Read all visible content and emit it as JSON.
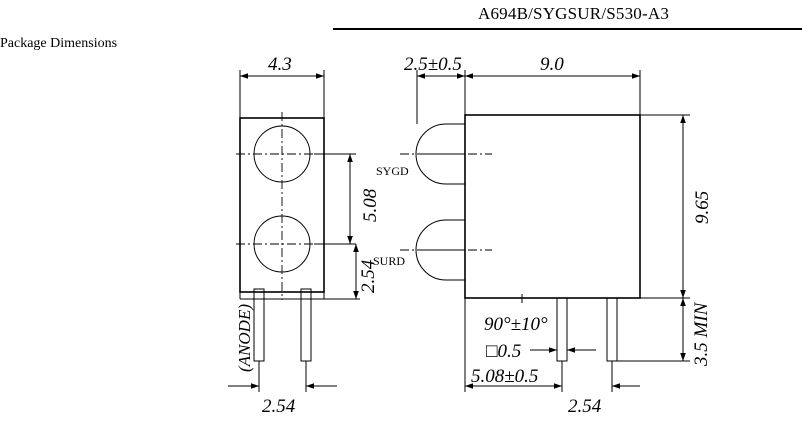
{
  "header": {
    "part_number": "A694B/SYGSUR/S530-A3"
  },
  "section": {
    "title": "Package Dimensions"
  },
  "front_view": {
    "width_dim": "4.3",
    "pitch_vertical_dim": "5.08",
    "offset_dim": "2.54",
    "lead_pitch_dim": "2.54",
    "anode_label": "(ANODE)"
  },
  "side_view": {
    "lens_depth_dim": "2.5±0.5",
    "body_depth_dim": "9.0",
    "body_height_dim": "9.65",
    "lead_length_dim": "3.5 MIN",
    "angle_dim": "90°±10°",
    "lead_section_dim": "□0.5",
    "lead_offset_dim": "5.08±0.5",
    "lead_pitch_dim": "2.54",
    "upper_led_label": "SYGD",
    "lower_led_label": "SURD"
  }
}
